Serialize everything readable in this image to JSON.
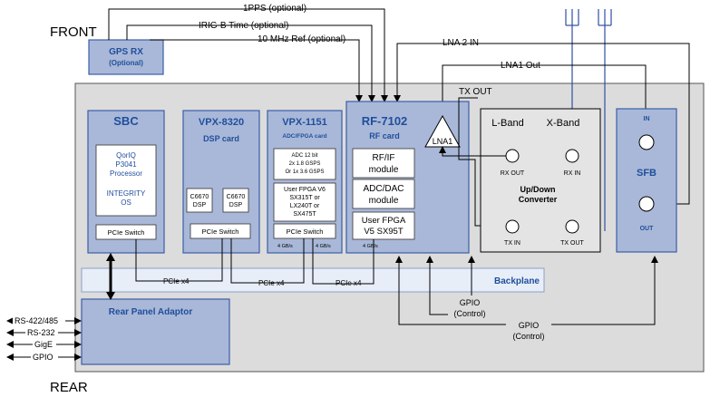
{
  "labels": {
    "front": "FRONT",
    "rear": "REAR",
    "pps": "1PPS (optional)",
    "irig": "IRIG-B Time (optional)",
    "ref10": "10 MHz Ref (optional)",
    "lna2": "LNA 2 IN",
    "lna1out": "LNA1 Out",
    "txout_top": "TX OUT",
    "backplane": "Backplane",
    "pcie1": "PCIe x4",
    "pcie2": "PCIe x4",
    "pcie3": "PCIe x4",
    "gpio1_a": "GPIO",
    "gpio1_b": "(Control)",
    "gpio2_a": "GPIO",
    "gpio2_b": "(Control)"
  },
  "gps": {
    "title": "GPS RX",
    "sub": "(Optional)"
  },
  "sbc": {
    "title": "SBC",
    "proc": [
      "QorIQ",
      "P3041",
      "Processor"
    ],
    "os": [
      "INTEGRITY",
      "OS"
    ],
    "switch": "PCIe Switch"
  },
  "vpx8320": {
    "title": "VPX-8320",
    "sub": "DSP card",
    "dsp1": [
      "C6670",
      "DSP"
    ],
    "dsp2": [
      "C6670",
      "DSP"
    ],
    "switch": "PCIe Switch"
  },
  "vpx1151": {
    "title": "VPX-1151",
    "sub": "ADC/FPGA card",
    "adc": [
      "ADC 12 bit",
      "2x 1.8 GSPS",
      "Or 1x 3.6 GSPS"
    ],
    "fpga": [
      "User FPGA V6",
      "SX315T or",
      "LX240T or",
      "SX475T"
    ],
    "switch": "PCIe Switch",
    "gb1": "4 GB/s",
    "gb2": "4 GB/s"
  },
  "rf7102": {
    "title": "RF-7102",
    "sub": "RF card",
    "rfif": [
      "RF/IF",
      "module"
    ],
    "adcdac": [
      "ADC/DAC",
      "module"
    ],
    "fpga": [
      "User FPGA",
      "V5 SX95T"
    ],
    "gb": "4 GB/s",
    "lna": "LNA1"
  },
  "converter": {
    "lband": "L-Band",
    "xband": "X-Band",
    "rxout": "RX OUT",
    "rxin": "RX IN",
    "txin": "TX IN",
    "txout": "TX OUT",
    "title": [
      "Up/Down",
      "Converter"
    ]
  },
  "sfb": {
    "in": "IN",
    "title": "SFB",
    "out": "OUT"
  },
  "rpa": {
    "title": "Rear Panel Adaptor"
  },
  "io": [
    "RS-422/485",
    "RS-232",
    "GigE",
    "GPIO"
  ]
}
